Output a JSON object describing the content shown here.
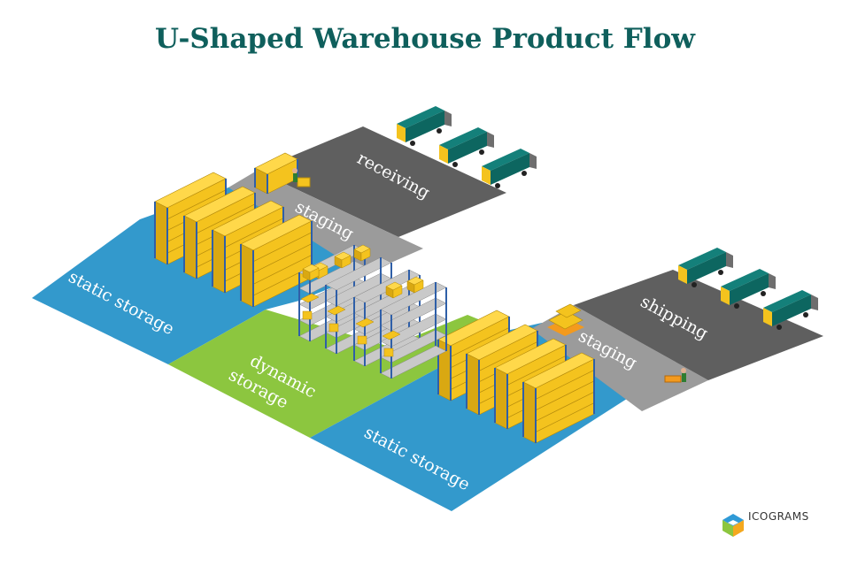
{
  "title": "U-Shaped Warehouse Product Flow",
  "zones": {
    "receiving": "receiving",
    "staging_top": "staging",
    "static_left": "static storage",
    "dynamic_line1": "dynamic",
    "dynamic_line2": "storage",
    "static_bottom": "static storage",
    "staging_right": "staging",
    "shipping": "shipping"
  },
  "colors": {
    "title": "#0f5f5c",
    "dark_zone": "#5f5f5f",
    "staging_zone": "#9b9b9b",
    "static_zone": "#3399cc",
    "dynamic_zone": "#8cc63f",
    "box": "#f4c31e",
    "rack": "#2f5fa8",
    "truck": "#0d6660"
  },
  "logo": {
    "text": "ICOGRAMS",
    "icon": "icograms-logo-icon"
  }
}
